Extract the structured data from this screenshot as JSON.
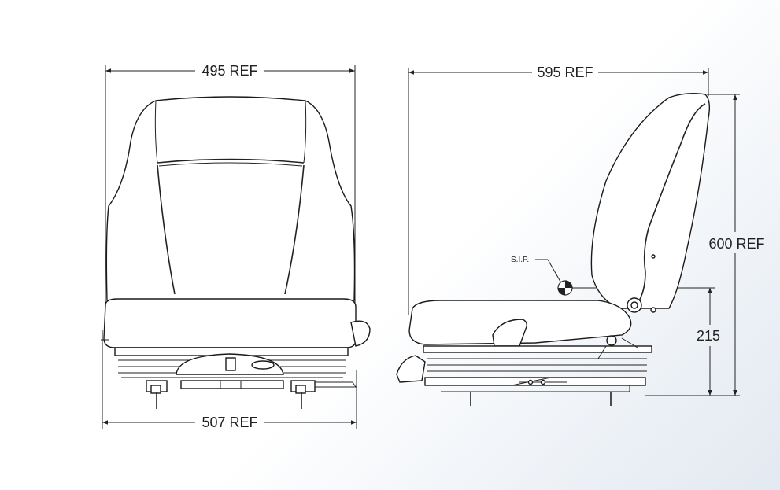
{
  "front_view": {
    "top_dimension": "495 REF",
    "bottom_dimension": "507 REF"
  },
  "side_view": {
    "top_dimension": "595 REF",
    "height_dimension": "600 REF",
    "sip_height_dimension": "215",
    "sip_label": "S.I.P."
  },
  "colors": {
    "line": "#222222",
    "background_tint": "#e3e9f1"
  }
}
